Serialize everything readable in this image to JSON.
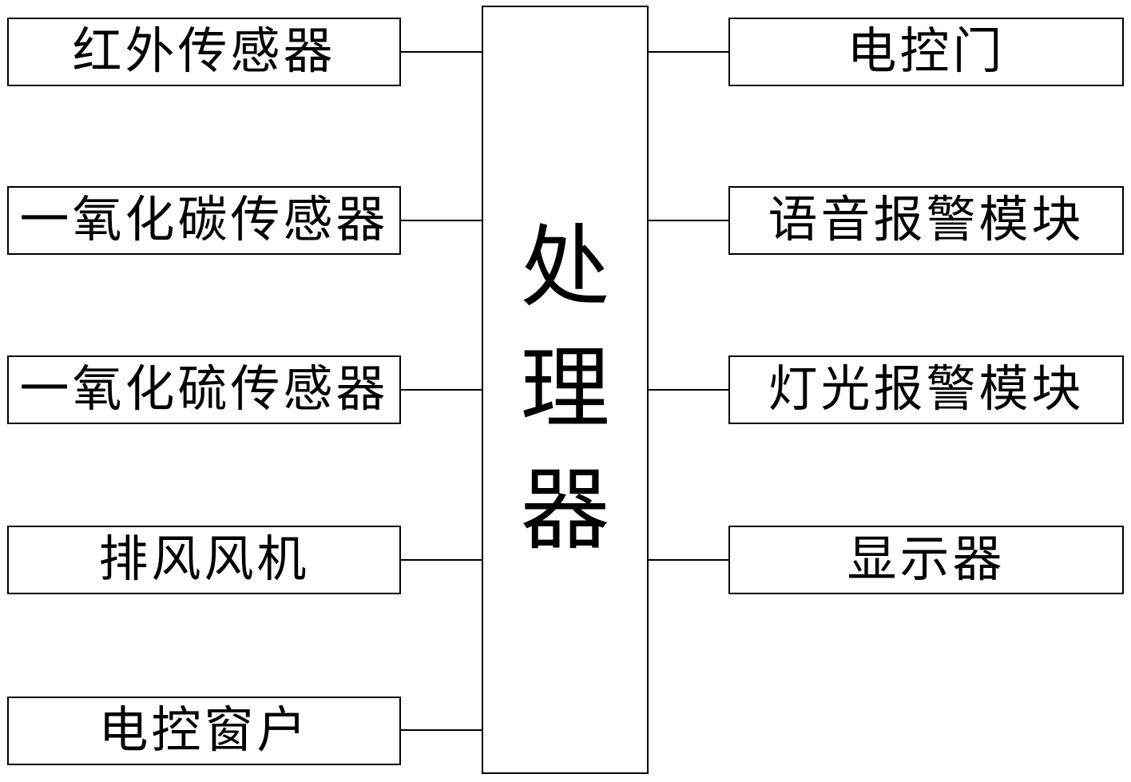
{
  "diagram": {
    "center_node": {
      "id": "processor",
      "label": "处理器",
      "chars": [
        "处",
        "理",
        "器"
      ]
    },
    "left_nodes": [
      {
        "id": "infrared-sensor",
        "label": "红外传感器"
      },
      {
        "id": "carbon-monoxide-sensor",
        "label": "一氧化碳传感器"
      },
      {
        "id": "sulfur-monoxide-sensor",
        "label": "一氧化硫传感器"
      },
      {
        "id": "exhaust-fan",
        "label": "排风风机"
      },
      {
        "id": "electric-window",
        "label": "电控窗户"
      }
    ],
    "right_nodes": [
      {
        "id": "electric-door",
        "label": "电控门"
      },
      {
        "id": "voice-alarm-module",
        "label": "语音报警模块"
      },
      {
        "id": "light-alarm-module",
        "label": "灯光报警模块"
      },
      {
        "id": "display",
        "label": "显示器"
      }
    ],
    "connections": [
      {
        "from": "红外传感器",
        "to": "处理器"
      },
      {
        "from": "一氧化碳传感器",
        "to": "处理器"
      },
      {
        "from": "一氧化硫传感器",
        "to": "处理器"
      },
      {
        "from": "排风风机",
        "to": "处理器"
      },
      {
        "from": "电控窗户",
        "to": "处理器"
      },
      {
        "from": "处理器",
        "to": "电控门"
      },
      {
        "from": "处理器",
        "to": "语音报警模块"
      },
      {
        "from": "处理器",
        "to": "灯光报警模块"
      },
      {
        "from": "处理器",
        "to": "显示器"
      }
    ],
    "colors": {
      "background": "#ffffff",
      "box_fill": "#ffffff",
      "line": "#000000",
      "text": "#000000"
    }
  }
}
